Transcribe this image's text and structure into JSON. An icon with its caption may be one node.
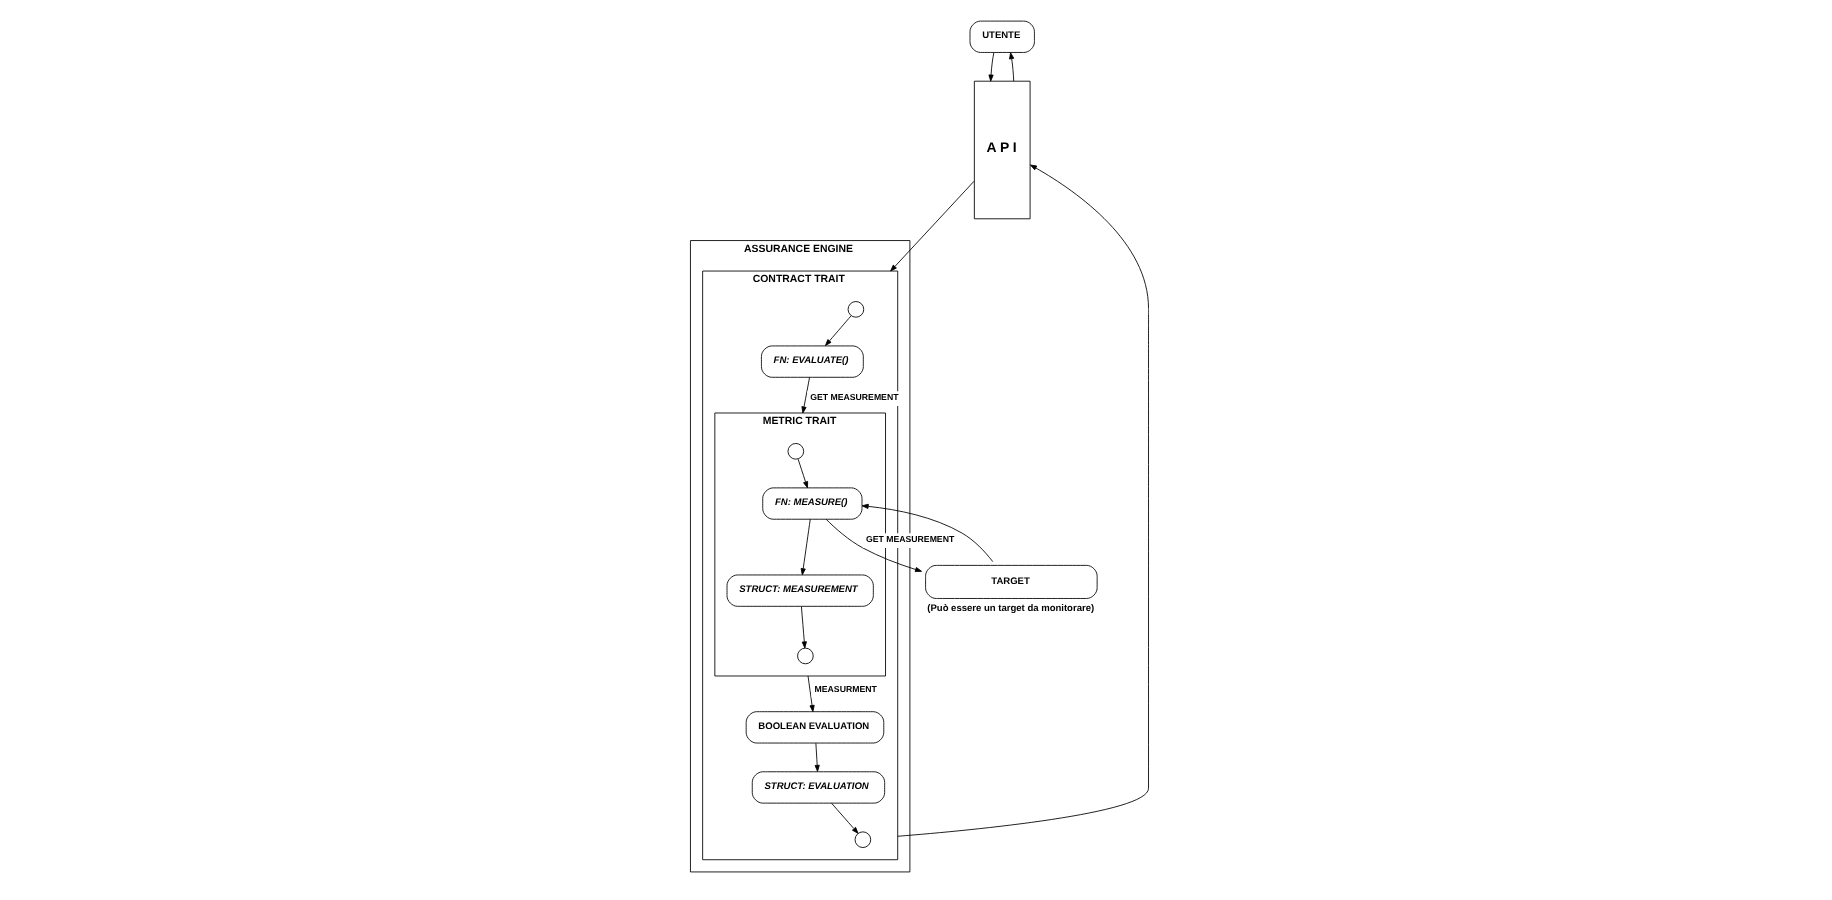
{
  "diagram": {
    "nodes": [
      {
        "text": [
          "UTENTE"
        ]
      },
      {
        "text": [
          "A P I"
        ]
      },
      {
        "text": [
          "ASSURANCE ENGINE"
        ]
      },
      {
        "text": [
          "CONTRACT TRAIT"
        ],
        "in": 2
      },
      {
        "text": [],
        "shape": "circle",
        "in": 3
      },
      {
        "text": [
          "FN: EVALUATE()"
        ],
        "in": 3
      },
      {
        "text": [
          "METRIC TRAIT"
        ],
        "in": 3
      },
      {
        "text": [],
        "shape": "circle",
        "in": 6
      },
      {
        "text": [
          "FN: MEASURE()"
        ],
        "in": 6
      },
      {
        "text": [
          "TARGET"
        ],
        "beside": [
          "(Può essere un target da monitorare)"
        ]
      },
      {
        "text": [
          "BOOLEAN EVALUATION"
        ],
        "in": 3
      },
      {
        "text": [
          "STRUCT: MEASUREMENT"
        ],
        "in": 6
      },
      {
        "text": [
          "STRUCT: EVALUATION"
        ],
        "in": 3
      },
      {
        "text": [],
        "shape": "circle",
        "in": 6
      },
      {
        "text": [],
        "shape": "circle",
        "in": 3
      }
    ],
    "edges": [
      {
        "from": 0,
        "to": 1,
        "arrow": "to"
      },
      {
        "from": 1,
        "to": 0,
        "arrow": "to"
      },
      {
        "from": 1,
        "to": 3,
        "arrow": "to"
      },
      {
        "from": 3,
        "to": 1,
        "arrow": "to"
      },
      {
        "from": 4,
        "to": 5,
        "arrow": "to"
      },
      {
        "from": 5,
        "to": 6,
        "arrow": "to",
        "label": "GET MEASUREMENT"
      },
      {
        "from": 7,
        "to": 8,
        "arrow": "to"
      },
      {
        "from": 8,
        "to": 9,
        "arrow": "to",
        "label": "GET MEASUREMENT"
      },
      {
        "from": 9,
        "to": 8,
        "arrow": "to"
      },
      {
        "from": 6,
        "to": 10,
        "arrow": "to",
        "label": "MEASURMENT"
      },
      {
        "from": 10,
        "to": 12,
        "arrow": "to"
      },
      {
        "from": 12,
        "to": 14,
        "arrow": "to"
      },
      {
        "from": 8,
        "to": 11,
        "arrow": "to"
      },
      {
        "from": 11,
        "to": 13,
        "arrow": "to"
      }
    ]
  }
}
